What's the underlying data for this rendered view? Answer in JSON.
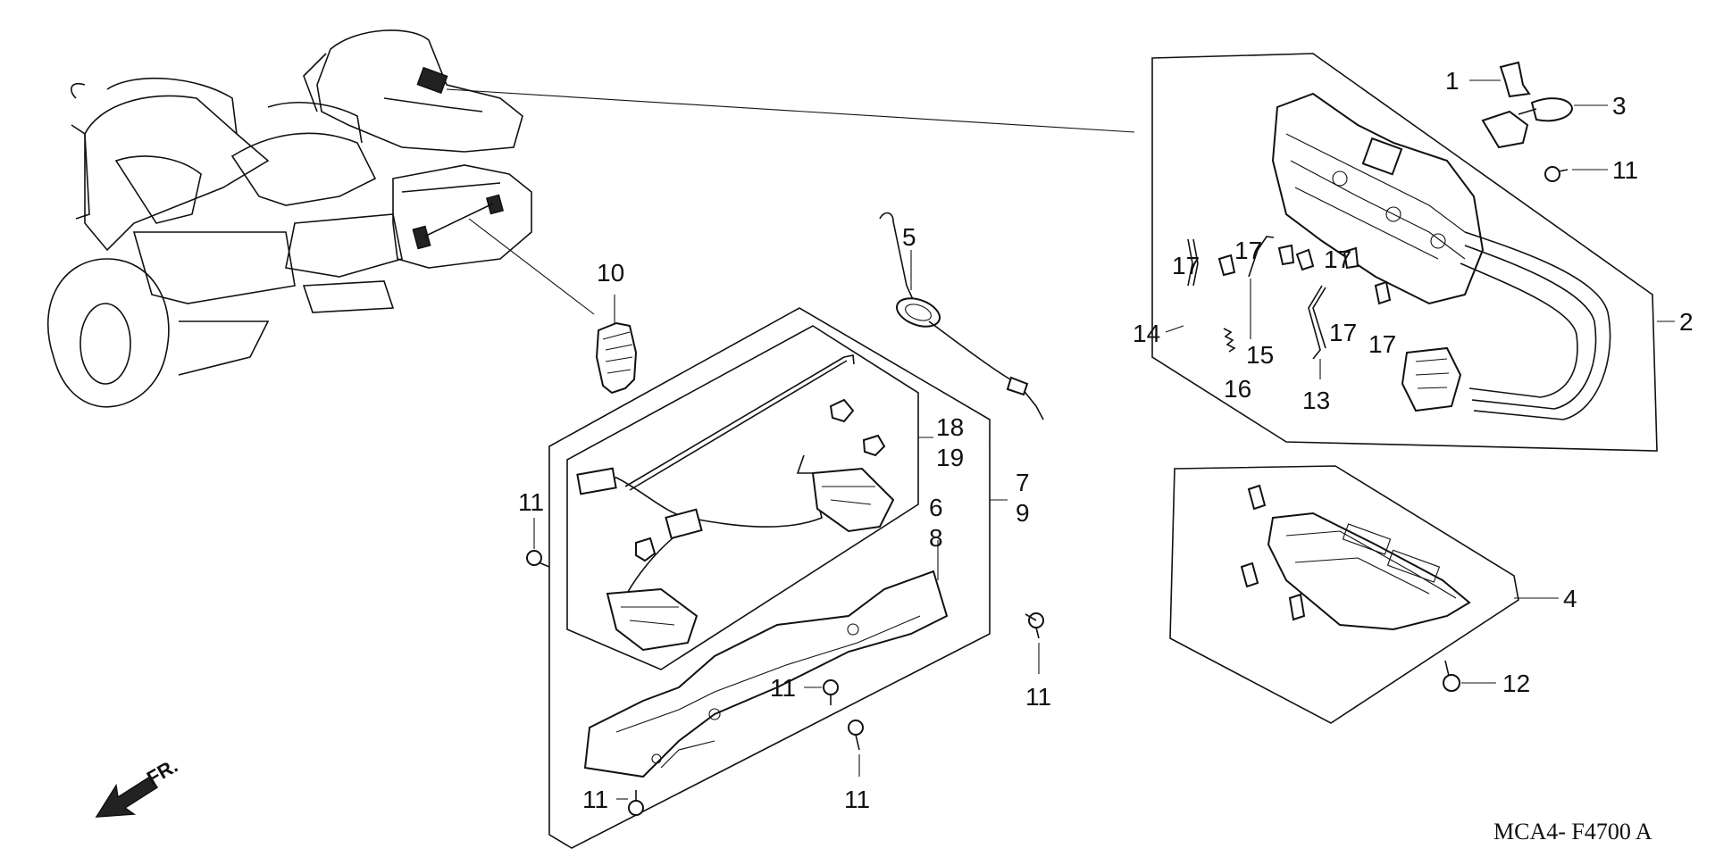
{
  "diagram": {
    "callouts": {
      "c1": "1",
      "c2": "2",
      "c3": "3",
      "c4": "4",
      "c5": "5",
      "c6": "6",
      "c7": "7",
      "c8": "8",
      "c9": "9",
      "c10": "10",
      "c11a": "11",
      "c11b": "11",
      "c11c": "11",
      "c11d": "11",
      "c11e": "11",
      "c11f": "11",
      "c12": "12",
      "c13": "13",
      "c14": "14",
      "c15": "15",
      "c16": "16",
      "c17a": "17",
      "c17b": "17",
      "c17c": "17",
      "c17d": "17",
      "c17e": "17",
      "c18": "18",
      "c19": "19"
    },
    "front_label": "FR.",
    "diagram_code": "MCA4- F4700 A"
  }
}
